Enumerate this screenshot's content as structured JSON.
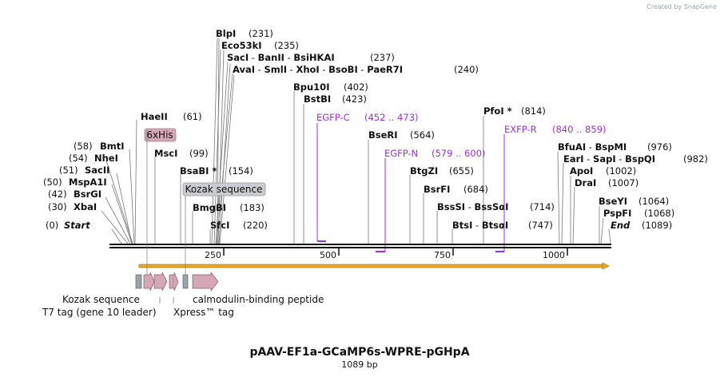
{
  "credit": "Created by SnapGene",
  "title": "pAAV-EF1a-GCaMP6s-WPRE-pGHpA",
  "length": "1089 bp",
  "ticks": [
    "250",
    "500",
    "750",
    "1000"
  ],
  "enzymes": [
    {
      "name": "Start",
      "pos": "(0)"
    },
    {
      "name": "XbaI",
      "pos": "(30)"
    },
    {
      "name": "BsrGI",
      "pos": "(42)"
    },
    {
      "name": "MspA1I",
      "pos": "(50)"
    },
    {
      "name": "SacII",
      "pos": "(51)"
    },
    {
      "name": "NheI",
      "pos": "(54)"
    },
    {
      "name": "BmtI",
      "pos": "(58)"
    },
    {
      "name": "HaeII",
      "pos": "(61)"
    },
    {
      "name": "MscI",
      "pos": "(99)"
    },
    {
      "name": "BsaBI *",
      "pos": "(154)"
    },
    {
      "name": "BmgBI",
      "pos": "(183)"
    },
    {
      "name": "SfcI",
      "pos": "(220)"
    },
    {
      "name": "BlpI",
      "pos": "(231)"
    },
    {
      "name": "Eco53kI",
      "pos": "(235)"
    },
    {
      "name": "SacI",
      "sep": " - ",
      "name2": "BanII",
      "sep2": " - ",
      "name3": "BsiHKAI",
      "pos": "(237)"
    },
    {
      "name": "AvaI",
      "sep": " - ",
      "name2": "SmlI",
      "sep2": " - ",
      "name3": "XhoI",
      "sep3": " - ",
      "name4": "BsoBI",
      "sep4": " - ",
      "name5": "PaeR7I",
      "pos": "(240)"
    },
    {
      "name": "Bpu10I",
      "pos": "(402)"
    },
    {
      "name": "BstBI",
      "pos": "(423)"
    },
    {
      "name": "BseRI",
      "pos": "(564)"
    },
    {
      "name": "BtgZI",
      "pos": "(655)"
    },
    {
      "name": "BsrFI",
      "pos": "(684)"
    },
    {
      "name": "BssSI",
      "sep": " - ",
      "name2": "BssSαI",
      "pos": "(714)"
    },
    {
      "name": "BtsI",
      "sep": " - ",
      "name2": "BtsαI",
      "pos": "(747)"
    },
    {
      "name": "PfoI *",
      "pos": "(814)"
    },
    {
      "name": "BfuAI",
      "sep": " - ",
      "name2": "BspMI",
      "pos": "(976)"
    },
    {
      "name": "EarI",
      "sep": " - ",
      "name2": "SapI",
      "sep2": " - ",
      "name3": "BspQI",
      "pos": "(982)"
    },
    {
      "name": "ApoI",
      "pos": "(1002)"
    },
    {
      "name": "DraI",
      "pos": "(1007)"
    },
    {
      "name": "BseYI",
      "pos": "(1064)"
    },
    {
      "name": "PspFI",
      "pos": "(1068)"
    },
    {
      "name": "End",
      "pos": "(1089)"
    }
  ],
  "primers": [
    {
      "name": "EGFP-C",
      "range": "(452 .. 473)"
    },
    {
      "name": "EGFP-N",
      "range": "(579 .. 600)"
    },
    {
      "name": "EXFP-R",
      "range": "(840 .. 859)"
    }
  ],
  "feature_labels": {
    "his": "6xHis",
    "kozak_box": "Kozak sequence",
    "kozak": "Kozak sequence",
    "t7": "T7 tag (gene 10 leader)",
    "xpress": "Xpress™ tag",
    "cbp": "calmodulin-binding peptide"
  },
  "colors": {
    "primer": "#9b30d9",
    "orf": "#f2a81d",
    "feature_pink": "#d4a6b6",
    "feature_gray": "#9aa2ab",
    "kozak_box": "#c9ccd0"
  }
}
